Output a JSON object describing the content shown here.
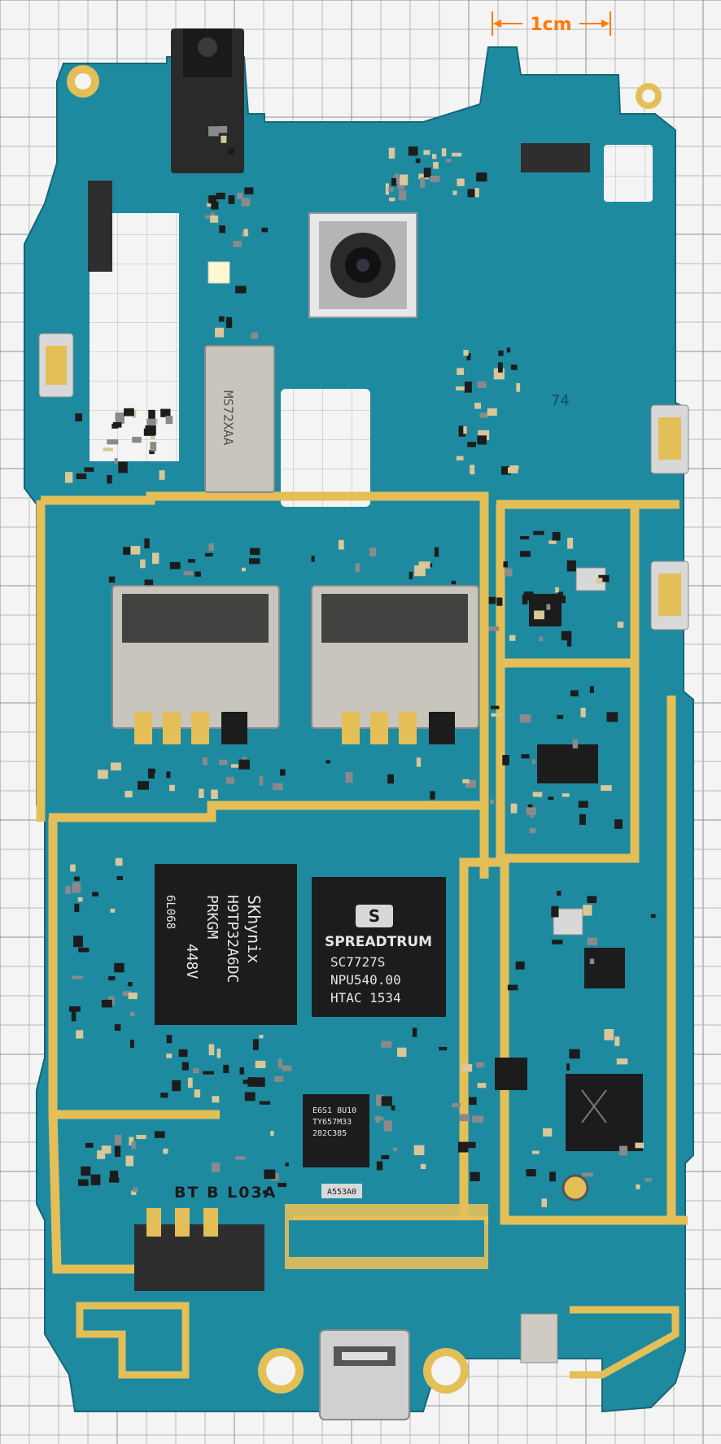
{
  "scale_bar": {
    "label": "1cm",
    "color": "#ff7a00"
  },
  "labels": {
    "board_number": "74",
    "battery_connector": "BT B L03A"
  },
  "chips": {
    "memory": {
      "lines": [
        "SKhynix",
        "H9TP32A6DC",
        "PRKGM",
        "448V"
      ],
      "side_text": "6L068"
    },
    "cpu": {
      "brand": "SPREADTRUM",
      "lines": [
        "SC7727S",
        "NPU540.00",
        "HTAC 1534"
      ]
    },
    "pmic": {
      "lines": [
        "E6S1 8U10",
        "TY657M33",
        "282C385"
      ]
    },
    "small_label": "A553A0"
  },
  "colors": {
    "pcb": "#1e8aa0",
    "pcb_dark": "#176f82",
    "gold": "#e4bf58",
    "grid_line": "#b9b9b9",
    "grid_bold": "#8f8f8f",
    "chip": "#1c1c1c",
    "metal": "#c8c5bd"
  }
}
